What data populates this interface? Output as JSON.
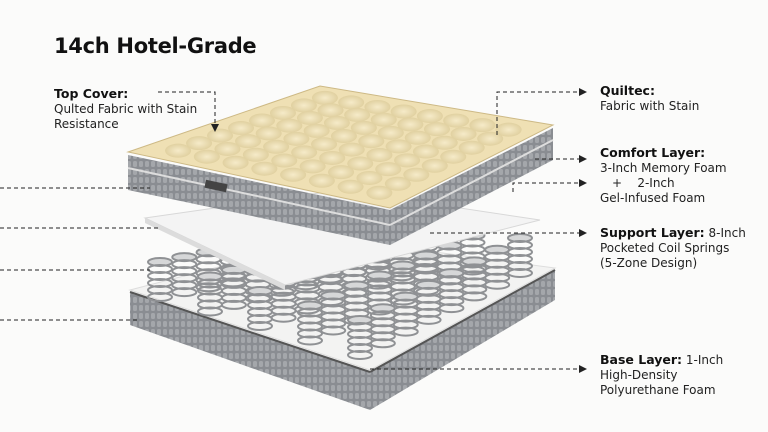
{
  "title": "14ch Hotel-Grade",
  "labels": {
    "top_cover": {
      "heading": "Top Cover:",
      "line1": "Qulted Fabric with Stain",
      "line2": "Resistance"
    },
    "quiltec": {
      "heading": "Quiltec:",
      "line1": "Fabric with Stain"
    },
    "comfort": {
      "heading": "Comfort Layer:",
      "line1": "3-Inch Memory Foam",
      "line2": "+    2-Inch",
      "line3": "Gel-Infused Foam"
    },
    "support": {
      "heading": "Support Layer:",
      "heading_rest": " 8-Inch",
      "line1": "Pocketed Coil Springs",
      "line2": "(5-Zone Design)"
    },
    "base": {
      "heading": "Base Layer:",
      "heading_rest": " 1-Inch",
      "line1": "High-Density",
      "line2": "Polyurethane Foam"
    }
  },
  "colors": {
    "quilt": "#efe0b4",
    "side": "#7c7f85",
    "foam": "#f1f1f1",
    "spring": "#a9abad"
  }
}
